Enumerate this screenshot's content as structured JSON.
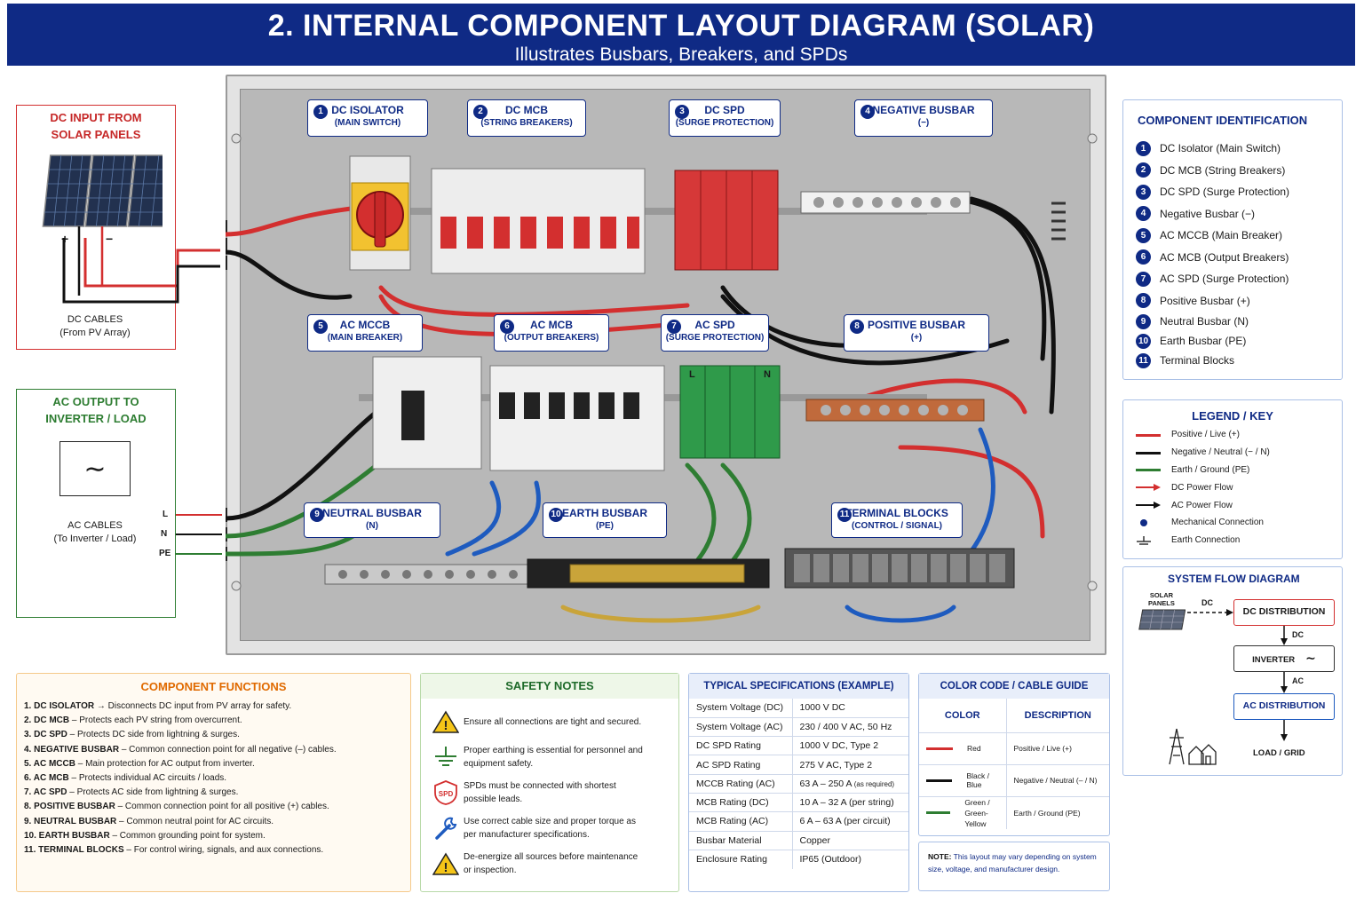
{
  "header": {
    "title": "2. INTERNAL COMPONENT LAYOUT DIAGRAM (SOLAR)",
    "subtitle": "Illustrates Busbars, Breakers, and SPDs"
  },
  "dc_input": {
    "title_line1": "DC INPUT FROM",
    "title_line2": "SOLAR PANELS",
    "plus": "+",
    "minus": "−",
    "caption_line1": "DC CABLES",
    "caption_line2": "(From PV Array)"
  },
  "ac_output": {
    "title_line1": "AC OUTPUT TO",
    "title_line2": "INVERTER / LOAD",
    "caption_line1": "AC CABLES",
    "caption_line2": "(To Inverter / Load)",
    "terminal_l": "L",
    "terminal_n": "N",
    "terminal_pe": "PE"
  },
  "callouts": [
    {
      "n": "1",
      "title": "DC ISOLATOR",
      "sub": "(MAIN SWITCH)"
    },
    {
      "n": "2",
      "title": "DC MCB",
      "sub": "(STRING BREAKERS)"
    },
    {
      "n": "3",
      "title": "DC SPD",
      "sub": "(SURGE PROTECTION)"
    },
    {
      "n": "4",
      "title": "NEGATIVE BUSBAR",
      "sub": "(−)"
    },
    {
      "n": "5",
      "title": "AC MCCB",
      "sub": "(MAIN BREAKER)"
    },
    {
      "n": "6",
      "title": "AC MCB",
      "sub": "(OUTPUT BREAKERS)"
    },
    {
      "n": "7",
      "title": "AC SPD",
      "sub": "(SURGE PROTECTION)"
    },
    {
      "n": "8",
      "title": "POSITIVE BUSBAR",
      "sub": "(+)"
    },
    {
      "n": "9",
      "title": "NEUTRAL BUSBAR",
      "sub": "(N)"
    },
    {
      "n": "10",
      "title": "EARTH BUSBAR",
      "sub": "(PE)"
    },
    {
      "n": "11",
      "title": "TERMINAL BLOCKS",
      "sub": "(CONTROL / SIGNAL)"
    }
  ],
  "device_labels": {
    "spd_l": "L",
    "spd_n": "N"
  },
  "component_identification": {
    "title": "COMPONENT IDENTIFICATION",
    "items": [
      {
        "n": "1",
        "label": "DC Isolator (Main Switch)"
      },
      {
        "n": "2",
        "label": "DC MCB (String Breakers)"
      },
      {
        "n": "3",
        "label": "DC SPD (Surge Protection)"
      },
      {
        "n": "4",
        "label": "Negative Busbar (−)"
      },
      {
        "n": "5",
        "label": "AC MCCB (Main Breaker)"
      },
      {
        "n": "6",
        "label": "AC MCB (Output Breakers)"
      },
      {
        "n": "7",
        "label": "AC SPD (Surge Protection)"
      },
      {
        "n": "8",
        "label": "Positive Busbar (+)"
      },
      {
        "n": "9",
        "label": "Neutral Busbar (N)"
      },
      {
        "n": "10",
        "label": "Earth Busbar (PE)"
      },
      {
        "n": "11",
        "label": "Terminal Blocks"
      }
    ]
  },
  "legend": {
    "title": "LEGEND / KEY",
    "items": [
      {
        "icon": "red-line",
        "label": "Positive / Live (+)"
      },
      {
        "icon": "black-line",
        "label": "Negative / Neutral (− / N)"
      },
      {
        "icon": "green-line",
        "label": "Earth / Ground (PE)"
      },
      {
        "icon": "red-arrow",
        "label": "DC Power Flow"
      },
      {
        "icon": "black-arrow",
        "label": "AC Power Flow"
      },
      {
        "icon": "dot",
        "label": "Mechanical Connection"
      },
      {
        "icon": "earth",
        "label": "Earth Connection"
      }
    ]
  },
  "flow": {
    "title": "SYSTEM FLOW DIAGRAM",
    "solar_line1": "SOLAR",
    "solar_line2": "PANELS",
    "dc_label": "DC",
    "dc_distribution": "DC DISTRIBUTION",
    "dc_label2": "DC",
    "inverter": "INVERTER",
    "ac_label": "AC",
    "ac_distribution": "AC DISTRIBUTION",
    "load": "LOAD / GRID"
  },
  "functions": {
    "title": "COMPONENT FUNCTIONS",
    "items": [
      {
        "name": "1.  DC ISOLATOR",
        "desc": "  →  Disconnects DC input from PV array for safety."
      },
      {
        "name": "2.  DC MCB",
        "desc": "  –  Protects each PV string from overcurrent."
      },
      {
        "name": "3.  DC SPD",
        "desc": "  –  Protects DC side from lightning & surges."
      },
      {
        "name": "4.  NEGATIVE BUSBAR",
        "desc": "  –  Common connection point for all negative (–) cables."
      },
      {
        "name": "5.  AC MCCB",
        "desc": "  –  Main protection for AC output from inverter."
      },
      {
        "name": "6.  AC MCB",
        "desc": "  –  Protects individual AC circuits / loads."
      },
      {
        "name": "7.  AC SPD",
        "desc": "  –  Protects AC side from lightning & surges."
      },
      {
        "name": "8.  POSITIVE BUSBAR",
        "desc": "  –  Common connection point for all positive (+) cables."
      },
      {
        "name": "9.  NEUTRAL BUSBAR",
        "desc": "  –  Common neutral point for AC circuits."
      },
      {
        "name": "10. EARTH BUSBAR",
        "desc": "  –  Common grounding point for system."
      },
      {
        "name": "11.  TERMINAL BLOCKS",
        "desc": "  –  For control wiring, signals, and aux connections."
      }
    ]
  },
  "safety": {
    "title": "SAFETY NOTES",
    "items": [
      {
        "icon": "warning",
        "line1": "Ensure all connections are tight and secured.",
        "line2": ""
      },
      {
        "icon": "earth",
        "line1": "Proper earthing is essential for personnel and",
        "line2": "equipment safety."
      },
      {
        "icon": "spd",
        "line1": "SPDs must be connected with shortest",
        "line2": "possible leads."
      },
      {
        "icon": "wrench",
        "line1": "Use correct cable size and proper torque as",
        "line2": "per manufacturer specifications."
      },
      {
        "icon": "warning",
        "line1": "De-energize all sources before maintenance",
        "line2": "or inspection."
      }
    ],
    "spd_icon_text": "SPD"
  },
  "specs": {
    "title": "TYPICAL SPECIFICATIONS (EXAMPLE)",
    "rows": [
      {
        "k": "System Voltage (DC)",
        "v": "1000 V DC",
        "extra": ""
      },
      {
        "k": "System Voltage (AC)",
        "v": "230 / 400 V AC, 50 Hz",
        "extra": ""
      },
      {
        "k": "DC SPD Rating",
        "v": "1000 V DC, Type 2",
        "extra": ""
      },
      {
        "k": "AC SPD Rating",
        "v": "275 V AC, Type 2",
        "extra": ""
      },
      {
        "k": "MCCB Rating (AC)",
        "v": "63 A – 250 A",
        "extra": " (as required)"
      },
      {
        "k": "MCB Rating (DC)",
        "v": "10 A – 32 A (per string)",
        "extra": ""
      },
      {
        "k": "MCB Rating (AC)",
        "v": "6 A – 63 A (per circuit)",
        "extra": ""
      },
      {
        "k": "Busbar Material",
        "v": "Copper",
        "extra": ""
      },
      {
        "k": "Enclosure Rating",
        "v": "IP65 (Outdoor)",
        "extra": ""
      }
    ]
  },
  "color_code": {
    "title": "COLOR CODE / CABLE GUIDE",
    "col_color": "COLOR",
    "col_desc": "DESCRIPTION",
    "rows": [
      {
        "swatch": "#d32f2f",
        "color_line1": "Red",
        "color_line2": "",
        "desc": "Positive / Live (+)"
      },
      {
        "swatch": "#111111",
        "color_line1": "Black / Blue",
        "color_line2": "",
        "desc": "Negative / Neutral (– / N)"
      },
      {
        "swatch": "#2e7d32",
        "color_line1": "Green /",
        "color_line2": "Green-Yellow",
        "desc": "Earth / Ground (PE)"
      }
    ]
  },
  "note": {
    "label": "NOTE:",
    "text": " This layout may vary depending on system size, voltage, and manufacturer design."
  },
  "colors": {
    "navy": "#0f2a85",
    "red": "#d32f2f",
    "green": "#2e7d32",
    "black": "#111111",
    "blue": "#1e5bbf",
    "copper": "#c06a3c",
    "brass": "#c9a43a"
  }
}
